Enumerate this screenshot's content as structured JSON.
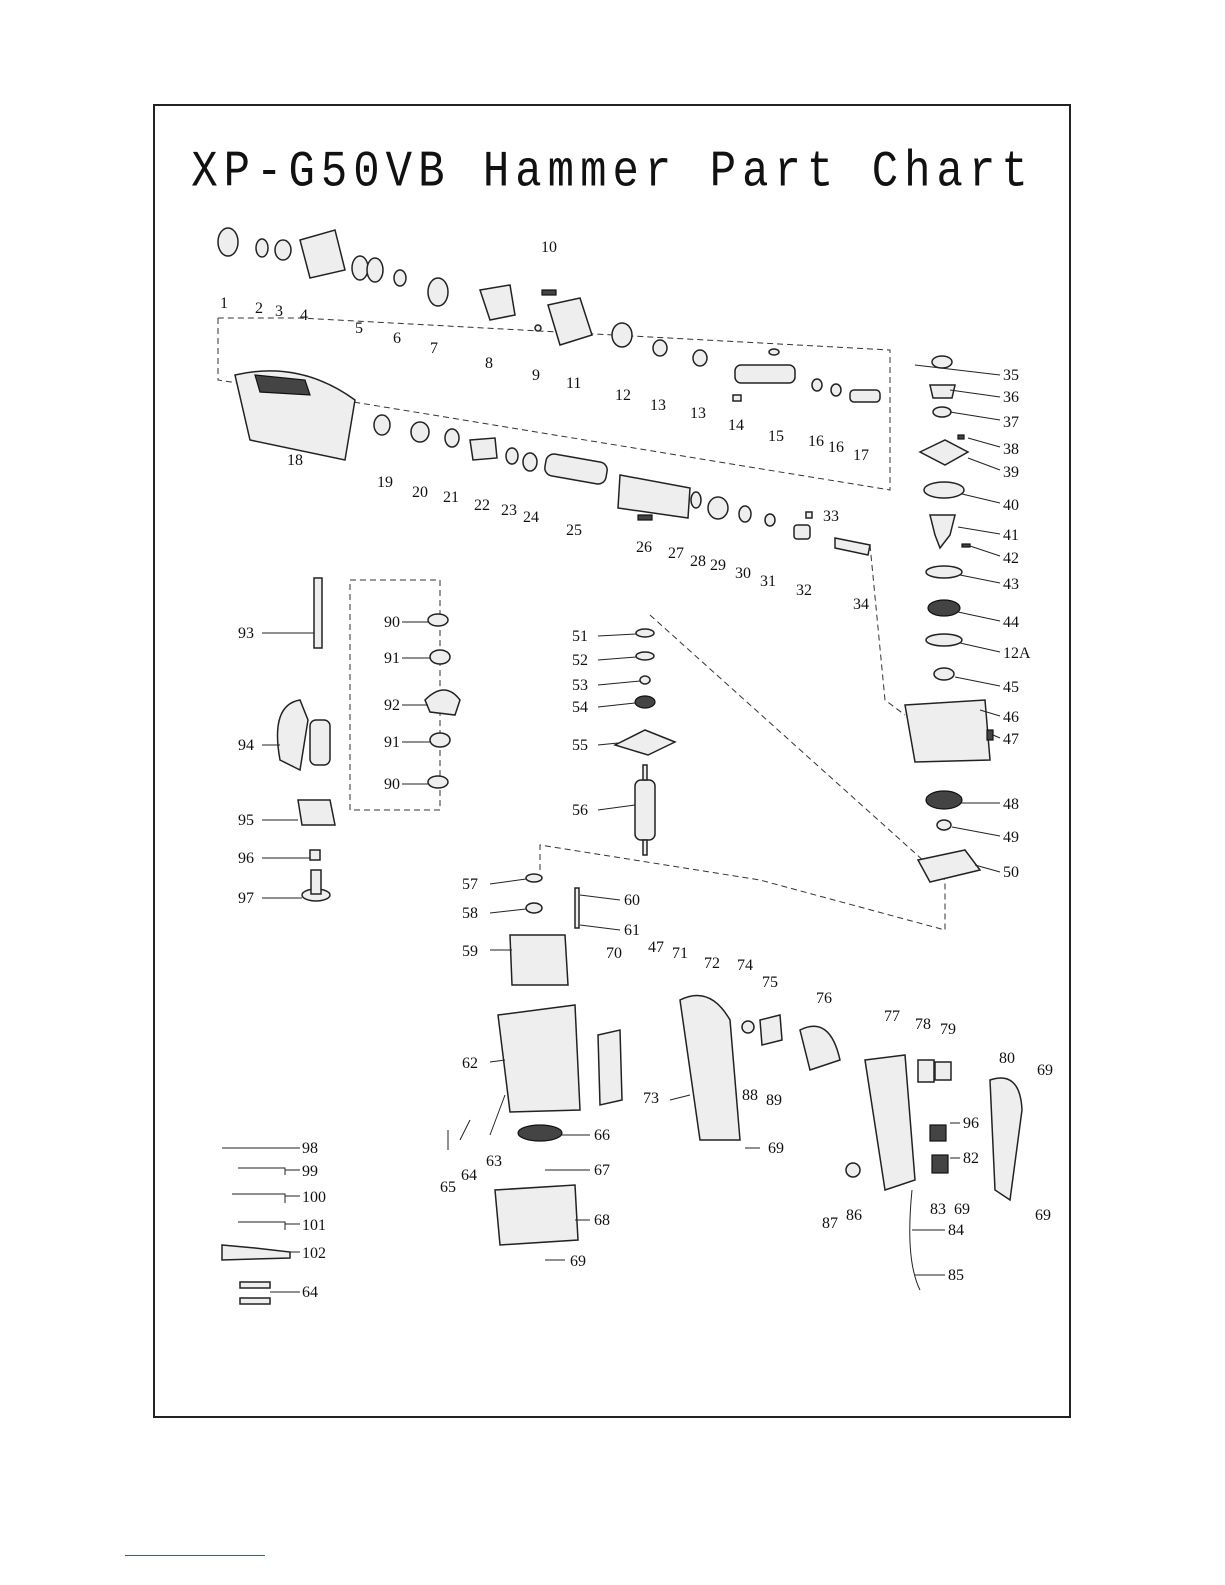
{
  "title": "XP-G50VB Hammer Part Chart",
  "labels": {
    "1": "1",
    "2": "2",
    "3": "3",
    "4": "4",
    "5": "5",
    "6": "6",
    "7": "7",
    "8": "8",
    "9": "9",
    "10": "10",
    "11": "11",
    "12": "12",
    "13a": "13",
    "13b": "13",
    "14": "14",
    "15": "15",
    "16a": "16",
    "16b": "16",
    "17": "17",
    "18": "18",
    "19": "19",
    "20": "20",
    "21": "21",
    "22": "22",
    "23": "23",
    "24": "24",
    "25": "25",
    "26": "26",
    "27": "27",
    "28": "28",
    "29": "29",
    "30": "30",
    "31": "31",
    "32": "32",
    "33": "33",
    "34": "34",
    "35": "35",
    "36": "36",
    "37": "37",
    "38": "38",
    "39": "39",
    "40": "40",
    "41": "41",
    "42": "42",
    "43": "43",
    "44": "44",
    "12A": "12A",
    "45": "45",
    "46": "46",
    "47a": "47",
    "48": "48",
    "49": "49",
    "50": "50",
    "51": "51",
    "52": "52",
    "53": "53",
    "54": "54",
    "55": "55",
    "56": "56",
    "57": "57",
    "58": "58",
    "59": "59",
    "60": "60",
    "61": "61",
    "62": "62",
    "63": "63",
    "64a": "64",
    "65": "65",
    "66": "66",
    "67": "67",
    "68": "68",
    "69a": "69",
    "69b": "69",
    "69c": "69",
    "69d": "69",
    "69e": "69",
    "70": "70",
    "71": "71",
    "72": "72",
    "73": "73",
    "74": "74",
    "75": "75",
    "76": "76",
    "77": "77",
    "78": "78",
    "79": "79",
    "80": "80",
    "82": "82",
    "83": "83",
    "84": "84",
    "85": "85",
    "86": "86",
    "87": "87",
    "88": "88",
    "89": "89",
    "90a": "90",
    "90b": "90",
    "91a": "91",
    "91b": "91",
    "92": "92",
    "93": "93",
    "94": "94",
    "95": "95",
    "96a": "96",
    "96b": "96",
    "97": "97",
    "98": "98",
    "99": "99",
    "100": "100",
    "101": "101",
    "102": "102",
    "64b": "64",
    "47b": "47"
  }
}
